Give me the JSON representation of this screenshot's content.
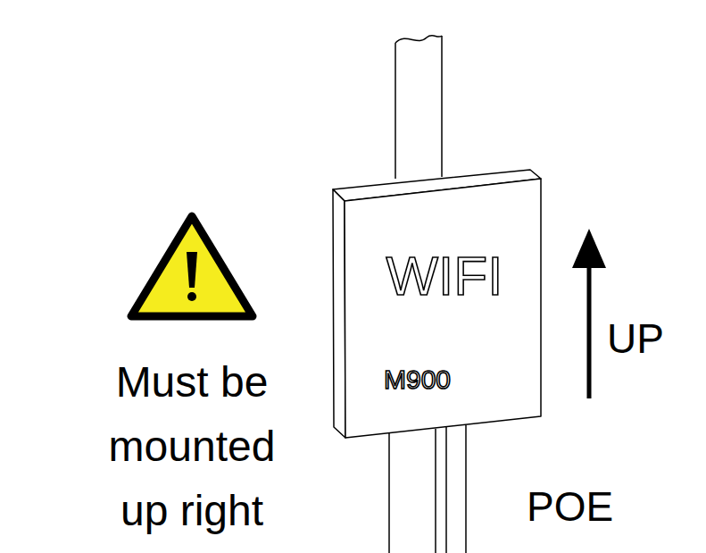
{
  "diagram": {
    "nodes": [
      {
        "text": [
          "WIFI",
          "M900"
        ]
      }
    ],
    "labels": [
      "Must be mounted up right",
      "UP",
      "POE"
    ]
  }
}
